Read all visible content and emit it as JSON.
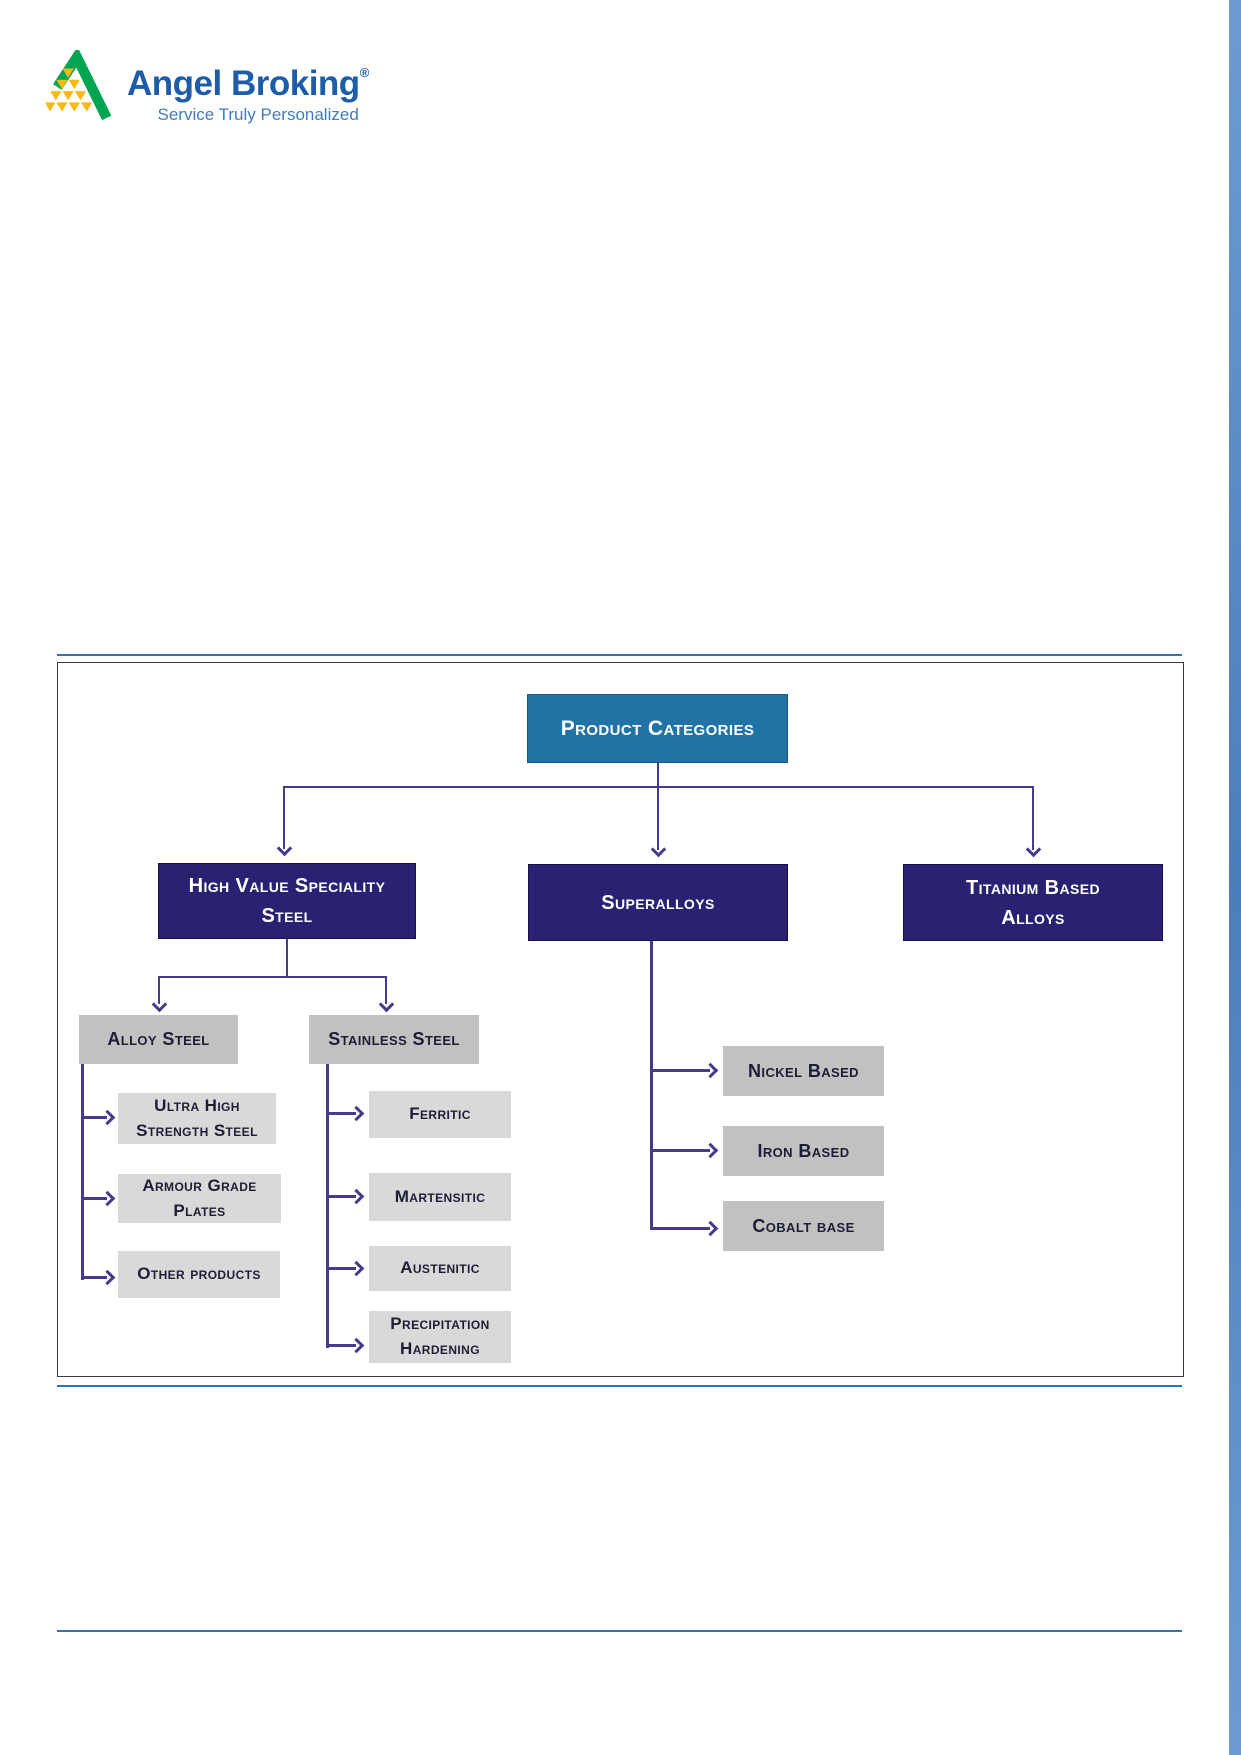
{
  "logo": {
    "brand": "Angel Broking",
    "registered": "®",
    "tagline": "Service Truly Personalized"
  },
  "diagram": {
    "title": "Product Categories",
    "branches": [
      {
        "label": "High Value Speciality Steel",
        "children": [
          {
            "label": "Alloy Steel",
            "children": [
              "Ultra High Strength Steel",
              "Armour Grade Plates",
              "Other products"
            ]
          },
          {
            "label": "Stainless Steel",
            "children": [
              "Ferritic",
              "Martensitic",
              "Austenitic",
              "Precipitation Hardening"
            ]
          }
        ]
      },
      {
        "label": "Superalloys",
        "children": [
          "Nickel Based",
          "Iron Based",
          "Cobalt base"
        ]
      },
      {
        "label": "Titanium Based Alloys",
        "children": []
      }
    ],
    "colors": {
      "root_box": "#2173a6",
      "branch_box": "#2a2173",
      "category_box": "#c1c1c1",
      "leaf_box": "#d9d9d9",
      "connector": "#453a8c",
      "divider_blue": "#2e74b5",
      "edge_bar_blue": "#4a7ebb",
      "brand_blue": "#1d5ca8",
      "tagline_blue": "#3f7cc0",
      "logo_green": "#00a551",
      "logo_yellow": "#fdb913"
    }
  }
}
